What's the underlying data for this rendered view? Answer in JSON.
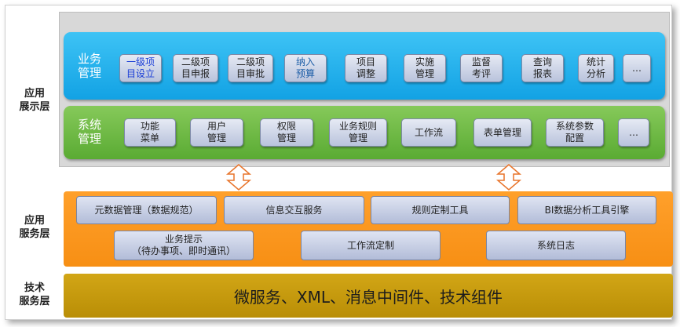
{
  "layers": {
    "display": {
      "label": [
        "应用",
        "展示层"
      ]
    },
    "service": {
      "label": [
        "应用",
        "服务层"
      ]
    },
    "tech": {
      "label": [
        "技术",
        "服务层"
      ]
    }
  },
  "business": {
    "title": [
      "业务",
      "管理"
    ],
    "items": [
      {
        "lines": [
          "一级项",
          "目设立"
        ],
        "state": "active"
      },
      {
        "lines": [
          "二级项",
          "目申报"
        ],
        "state": "normal"
      },
      {
        "lines": [
          "二级项",
          "目审批"
        ],
        "state": "normal"
      },
      {
        "lines": [
          "纳入",
          "预算"
        ],
        "state": "dim"
      },
      {
        "lines": [
          "项目",
          "调整"
        ],
        "state": "normal"
      },
      {
        "lines": [
          "实施",
          "管理"
        ],
        "state": "normal"
      },
      {
        "lines": [
          "监督",
          "考评"
        ],
        "state": "normal"
      },
      {
        "lines": [
          "查询",
          "报表"
        ],
        "state": "normal"
      },
      {
        "lines": [
          "统计",
          "分析"
        ],
        "state": "normal"
      },
      {
        "lines": [
          "…"
        ],
        "state": "normal"
      }
    ]
  },
  "system": {
    "title": [
      "系统",
      "管理"
    ],
    "items": [
      {
        "lines": [
          "功能",
          "菜单"
        ]
      },
      {
        "lines": [
          "用户",
          "管理"
        ]
      },
      {
        "lines": [
          "权限",
          "管理"
        ]
      },
      {
        "lines": [
          "业务规则",
          "管理"
        ]
      },
      {
        "lines": [
          "工作流"
        ]
      },
      {
        "lines": [
          "表单管理"
        ]
      },
      {
        "lines": [
          "系统参数",
          "配置"
        ]
      },
      {
        "lines": [
          "…"
        ]
      }
    ]
  },
  "services": {
    "row1": [
      {
        "lines": [
          "元数据管理（数据规范）"
        ]
      },
      {
        "lines": [
          "信息交互服务"
        ]
      },
      {
        "lines": [
          "规则定制工具"
        ]
      },
      {
        "lines": [
          "BI数据分析工具引擎"
        ]
      }
    ],
    "row2": [
      {
        "lines": [
          "业务提示",
          "（待办事项、即时通讯）"
        ]
      },
      {
        "lines": [
          "工作流定制"
        ]
      },
      {
        "lines": [
          "系统日志"
        ]
      }
    ]
  },
  "tech": {
    "text": "微服务、XML、消息中间件、技术组件"
  },
  "colors": {
    "business_band": "#12a2e4",
    "system_band": "#5aab33",
    "service_band": "#f78f14",
    "tech_band": "#b98e06",
    "arrow_stroke": "#e8742a"
  }
}
